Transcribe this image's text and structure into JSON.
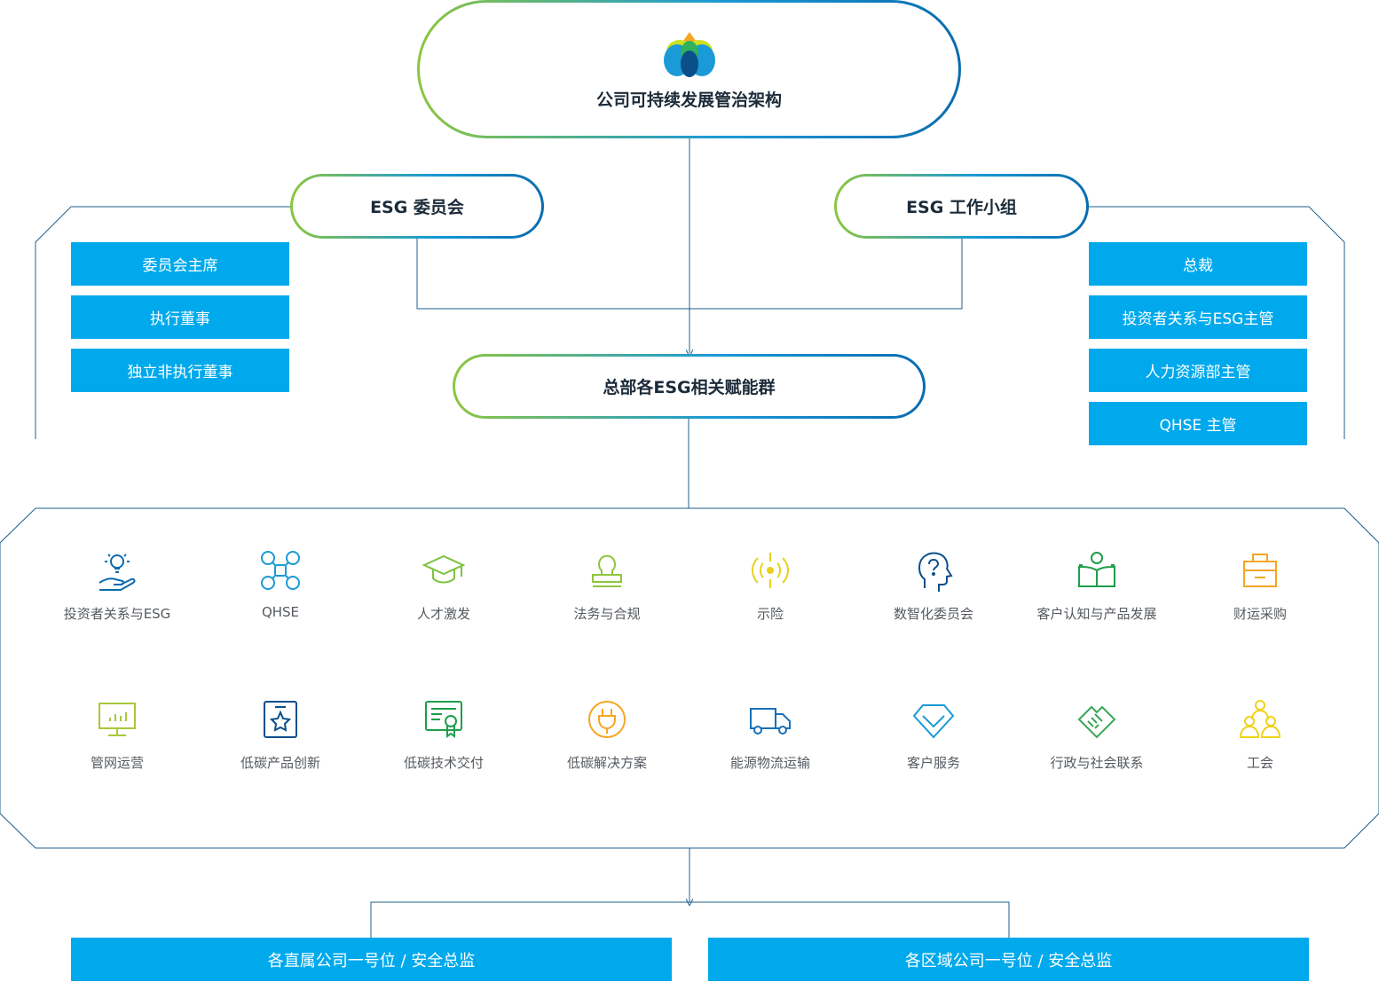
{
  "top": {
    "title": "公司可持续发展管治架构",
    "logo": "lotus-logo"
  },
  "committee": {
    "title": "ESG 委员会",
    "roles": [
      "委员会主席",
      "执行董事",
      "独立非执行董事"
    ]
  },
  "working_group": {
    "title": "ESG 工作小组",
    "roles": [
      "总裁",
      "投资者关系与ESG主管",
      "人力资源部主管",
      "QHSE 主管"
    ]
  },
  "hub": {
    "title": "总部各ESG相关赋能群"
  },
  "categories": [
    {
      "label": "投资者关系与ESG",
      "icon": "lightbulb-hand-icon",
      "color": "#0a6cb0"
    },
    {
      "label": "QHSE",
      "icon": "drone-icon",
      "color": "#1a9ad6"
    },
    {
      "label": "人才激发",
      "icon": "graduation-cap-icon",
      "color": "#7cc242"
    },
    {
      "label": "法务与合规",
      "icon": "stamp-icon",
      "color": "#8dc63f"
    },
    {
      "label": "示险",
      "icon": "signal-icon",
      "color": "#e6d21a"
    },
    {
      "label": "数智化委员会",
      "icon": "head-question-icon",
      "color": "#0a4f8a"
    },
    {
      "label": "客户认知与产品发展",
      "icon": "reader-book-icon",
      "color": "#1e9e4a"
    },
    {
      "label": "财运采购",
      "icon": "shopping-bag-icon",
      "color": "#f5a623"
    },
    {
      "label": "管网运营",
      "icon": "monitor-chart-icon",
      "color": "#a8c83a"
    },
    {
      "label": "低碳产品创新",
      "icon": "star-badge-icon",
      "color": "#0a4f8a"
    },
    {
      "label": "低碳技术交付",
      "icon": "certificate-icon",
      "color": "#1e9e4a"
    },
    {
      "label": "低碳解决方案",
      "icon": "plug-icon",
      "color": "#f5a623"
    },
    {
      "label": "能源物流运输",
      "icon": "truck-icon",
      "color": "#1a6fb5"
    },
    {
      "label": "客户服务",
      "icon": "diamond-icon",
      "color": "#1a9ad6"
    },
    {
      "label": "行政与社会联系",
      "icon": "handshake-icon",
      "color": "#3aa655"
    },
    {
      "label": "工会",
      "icon": "people-group-icon",
      "color": "#f0d21a"
    }
  ],
  "bottom": {
    "left": "各直属公司一号位 / 安全总监",
    "right": "各区域公司一号位 / 安全总监"
  },
  "colors": {
    "accent": "#00a9ec",
    "green": "#8dc63f",
    "blue": "#0a6cb0",
    "line": "#1f5f8c"
  }
}
